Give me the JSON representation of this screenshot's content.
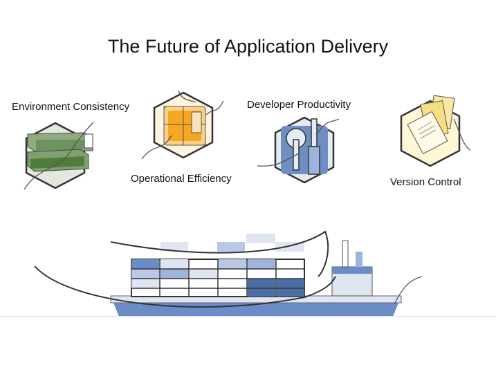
{
  "slide": {
    "title": "The Future of Application Delivery"
  },
  "features": [
    {
      "label": "Environment Consistency",
      "icon": "stacked-blocks-icon",
      "color": "#5d8a4a"
    },
    {
      "label": "Operational Efficiency",
      "icon": "puzzle-cube-icon",
      "color": "#f5a623"
    },
    {
      "label": "Developer Productivity",
      "icon": "tools-icon",
      "color": "#4a6fa5"
    },
    {
      "label": "Version Control",
      "icon": "documents-icon",
      "color": "#f2d35c"
    }
  ],
  "illustration": {
    "icon": "container-ship-icon",
    "color": "#6b8cc7"
  }
}
